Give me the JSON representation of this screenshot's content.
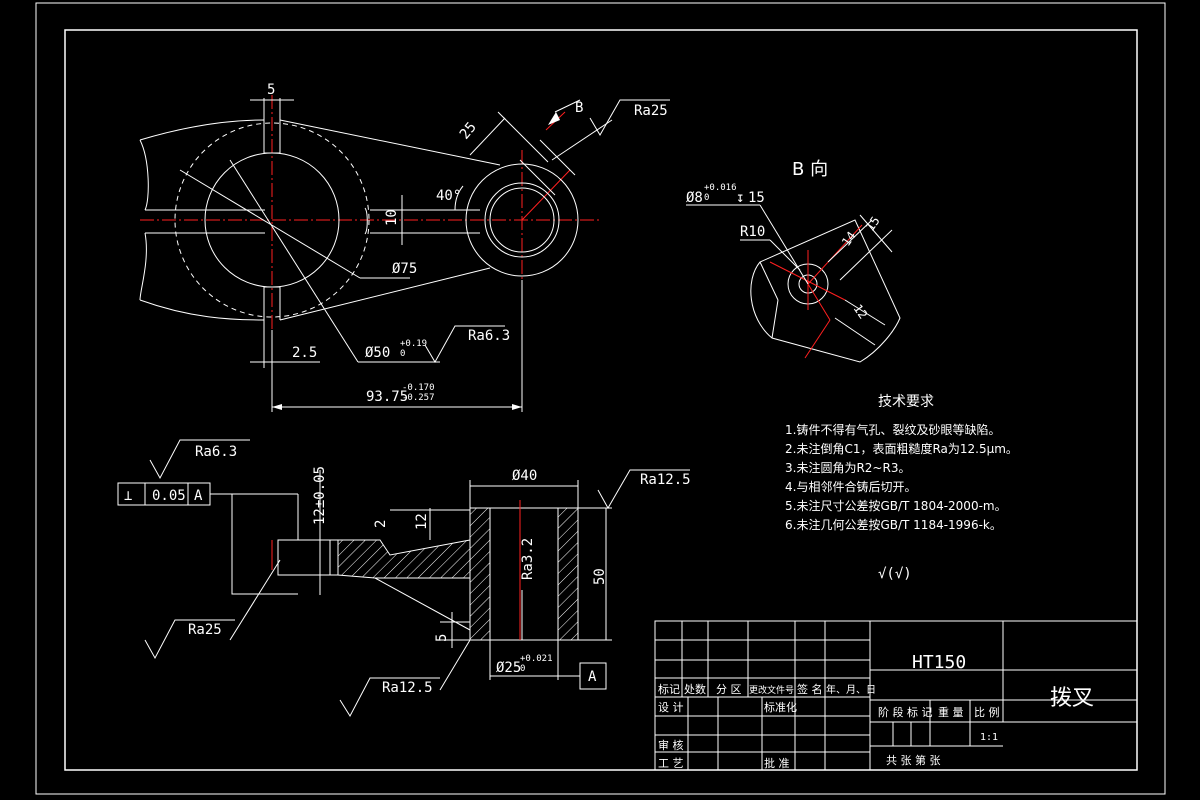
{
  "main_view": {
    "dim_slot_width": "5",
    "dim_arm_angle_len": "25",
    "dim_angle": "40°",
    "dim_web_thickness": "10",
    "dim_big_diameter": "Ø75",
    "dim_bore_main": "Ø50",
    "dim_bore_tol_upper": "+0.19",
    "dim_bore_tol_lower": "0",
    "dim_offset": "2.5",
    "dim_center_distance": "93.75",
    "dim_center_tol_upper": "-0.170",
    "dim_center_tol_lower": "-0.257",
    "ra_bore": "Ra6.3",
    "ra_face": "Ra25",
    "section_mark": "B"
  },
  "view_b": {
    "title": "B 向",
    "hole_dia": "Ø8",
    "hole_tol_upper": "+0.016",
    "hole_tol_lower": "0",
    "hole_depth": "15",
    "radius": "R10",
    "dim_15": "15",
    "dim_14": "14",
    "dim_12": "12"
  },
  "section_view": {
    "ra_top_left": "Ra6.3",
    "tol_symbol": "⊥",
    "tol_value": "0.05",
    "tol_datum": "A",
    "dim_12_tol": "12±0.05",
    "dim_2": "2",
    "dim_12": "12",
    "dim_40": "Ø40",
    "ra_top_right": "Ra12.5",
    "ra_bore": "Ra3.2",
    "dim_50": "50",
    "dim_5": "5",
    "dim_bore": "Ø25",
    "bore_tol_upper": "+0.021",
    "bore_tol_lower": "0",
    "datum_label": "A",
    "ra_bottom_left": "Ra25",
    "ra_bottom": "Ra12.5"
  },
  "tech_requirements": {
    "title": "技术要求",
    "items": [
      "1.铸件不得有气孔、裂纹及砂眼等缺陷。",
      "2.未注倒角C1，表面粗糙度Ra为12.5μm。",
      "3.未注圆角为R2~R3。",
      "4.与相邻件合铸后切开。",
      "5.未注尺寸公差按GB/T 1804-2000-m。",
      "6.未注几何公差按GB/T 1184-1996-k。"
    ],
    "general_roughness": "√(√)"
  },
  "title_block": {
    "material": "HT150",
    "part_name": "拨叉",
    "hdr_biaoji": "标记",
    "hdr_chushu": "处数",
    "hdr_fenqu": "分 区",
    "hdr_genggai": "更改文件号",
    "hdr_qianming": "签 名",
    "hdr_date": "年、月、日",
    "design": "设 计",
    "standard": "标准化",
    "review": "审 核",
    "process": "工 艺",
    "approve": "批 准",
    "stage_mark": "阶 段 标 记",
    "weight": "重 量",
    "scale_label": "比 例",
    "scale": "1:1",
    "sheet_total": "共   张   第   张"
  }
}
